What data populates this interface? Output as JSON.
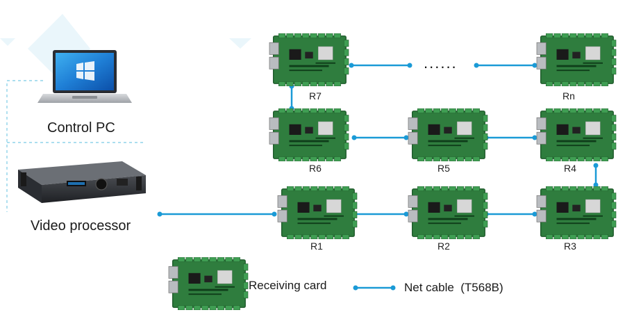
{
  "devices": {
    "control_pc_label": "Control PC",
    "video_processor_label": "Video processor"
  },
  "cards": [
    {
      "id": "R1",
      "label": "R1"
    },
    {
      "id": "R2",
      "label": "R2"
    },
    {
      "id": "R3",
      "label": "R3"
    },
    {
      "id": "R4",
      "label": "R4"
    },
    {
      "id": "R5",
      "label": "R5"
    },
    {
      "id": "R6",
      "label": "R6"
    },
    {
      "id": "R7",
      "label": "R7"
    },
    {
      "id": "Rn",
      "label": "Rn"
    }
  ],
  "ellipsis": "......",
  "legend": {
    "receiving_card": "Receiving card",
    "net_cable": "Net cable  (T568B)"
  },
  "colors": {
    "cable": "#1a9ad6",
    "pcb": "#2f7d3e",
    "pcb_dark": "#1f5a2b",
    "connector": "#3f9e53",
    "metal": "#b9bcc0",
    "dashed": "#8fd3ea"
  }
}
